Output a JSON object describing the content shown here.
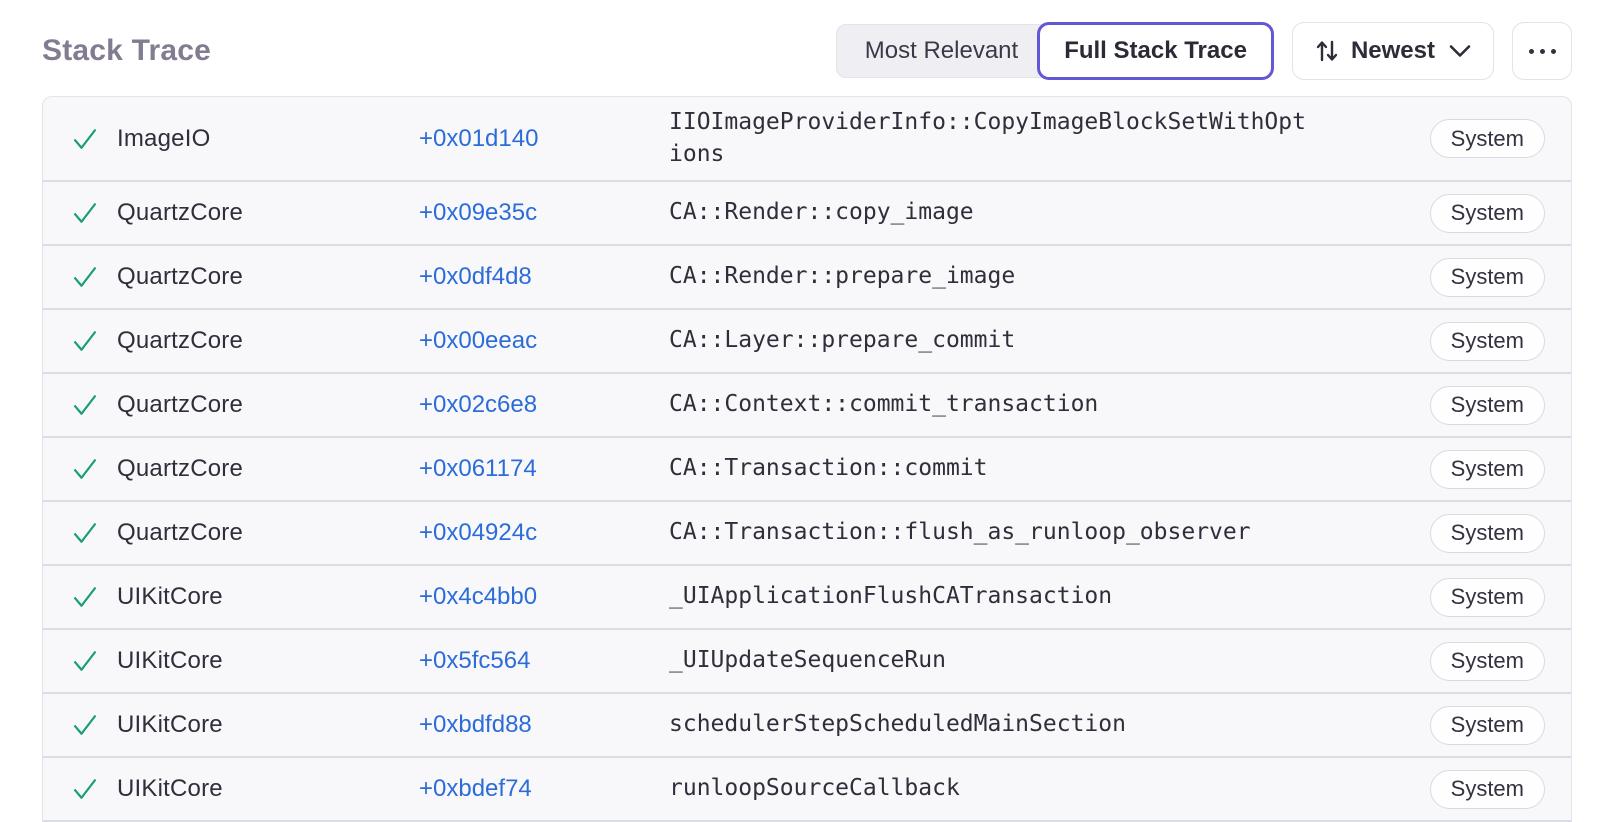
{
  "header": {
    "title": "Stack Trace",
    "segmented": {
      "most_relevant_label": "Most Relevant",
      "full_stack_trace_label": "Full Stack Trace",
      "selected": "Full Stack Trace"
    },
    "sort_button": {
      "label": "Newest"
    },
    "more_button": {
      "label": "more-options"
    }
  },
  "colors": {
    "accent_purple": "#6358d4",
    "link_blue": "#2c6cd9",
    "check_green": "#179f6e",
    "title_gray": "#837b90",
    "row_background": "#f8f8fa"
  },
  "table": {
    "rows": [
      {
        "status": "resolved",
        "module": "ImageIO",
        "address": "+0x01d140",
        "function": "IIOImageProviderInfo::CopyImageBlockSetWithOptions",
        "badge": "System"
      },
      {
        "status": "resolved",
        "module": "QuartzCore",
        "address": "+0x09e35c",
        "function": "CA::Render::copy_image",
        "badge": "System"
      },
      {
        "status": "resolved",
        "module": "QuartzCore",
        "address": "+0x0df4d8",
        "function": "CA::Render::prepare_image",
        "badge": "System"
      },
      {
        "status": "resolved",
        "module": "QuartzCore",
        "address": "+0x00eeac",
        "function": "CA::Layer::prepare_commit",
        "badge": "System"
      },
      {
        "status": "resolved",
        "module": "QuartzCore",
        "address": "+0x02c6e8",
        "function": "CA::Context::commit_transaction",
        "badge": "System"
      },
      {
        "status": "resolved",
        "module": "QuartzCore",
        "address": "+0x061174",
        "function": "CA::Transaction::commit",
        "badge": "System"
      },
      {
        "status": "resolved",
        "module": "QuartzCore",
        "address": "+0x04924c",
        "function": "CA::Transaction::flush_as_runloop_observer",
        "badge": "System"
      },
      {
        "status": "resolved",
        "module": "UIKitCore",
        "address": "+0x4c4bb0",
        "function": "_UIApplicationFlushCATransaction",
        "badge": "System"
      },
      {
        "status": "resolved",
        "module": "UIKitCore",
        "address": "+0x5fc564",
        "function": "_UIUpdateSequenceRun",
        "badge": "System"
      },
      {
        "status": "resolved",
        "module": "UIKitCore",
        "address": "+0xbdfd88",
        "function": "schedulerStepScheduledMainSection",
        "badge": "System"
      },
      {
        "status": "resolved",
        "module": "UIKitCore",
        "address": "+0xbdef74",
        "function": "runloopSourceCallback",
        "badge": "System"
      }
    ]
  }
}
